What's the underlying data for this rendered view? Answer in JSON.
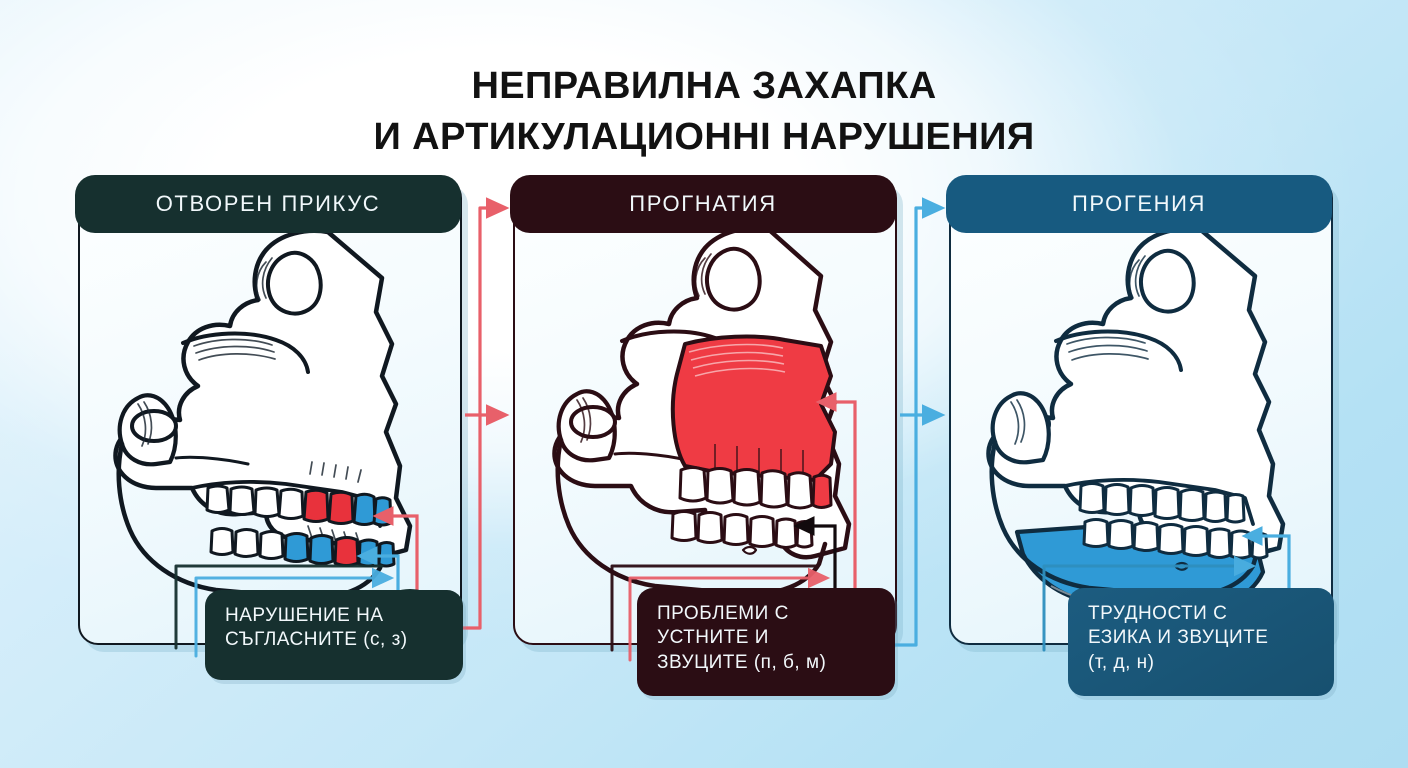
{
  "title": {
    "line1": "НЕПРАВИЛНА ЗАХАПКА",
    "line2": "И АРТИКУЛАЦИОННІ НАРУШЕНИЯ",
    "color": "#121212"
  },
  "background": {
    "highlight": "#ffffff",
    "edge": "#aeddf2"
  },
  "cards": [
    {
      "id": "open-bite",
      "header": "ОТВОРЕН ПРИКУС",
      "header_bg": "#16302f",
      "outline": "#101820",
      "accent_red": "#e8323c",
      "accent_blue": "#2f9ad6",
      "illustration": "skull-lateral-open-bite",
      "bubble_icon": "speech-bubble-icon",
      "caption": {
        "line1": "НАРУШЕНИЕ НА",
        "line2": "СЪГЛАСНИТЕ (с, з)",
        "bg": "#16302f"
      }
    },
    {
      "id": "prognathia",
      "header": "ПРОГНАТИЯ",
      "header_bg": "#2b0d14",
      "outline": "#2b0d14",
      "accent_red": "#ef3b44",
      "accent_blue": "#2f9ad6",
      "illustration": "skull-lateral-prognathia",
      "bubble_icon": "speech-bubble-icon",
      "caption": {
        "line1": "ПРОБЛЕМИ С",
        "line2": "УСТНИТЕ И",
        "line3": "ЗВУЦИТЕ (п, б, м)",
        "bg": "#2b0d14"
      }
    },
    {
      "id": "progenia",
      "header": "ПРОГЕНИЯ",
      "header_bg": "#175a80",
      "outline": "#0f2c40",
      "accent_red": "#e8323c",
      "accent_blue": "#2f9ad6",
      "illustration": "skull-lateral-progenia",
      "bubble_icon": "speech-bubble-icon",
      "caption": {
        "line1": "ТРУДНОСТИ С",
        "line2": "ЕЗИКА И ЗВУЦИТЕ",
        "line3": "(т, д, н)",
        "bg": "#1c5c80"
      }
    }
  ],
  "connectors": [
    {
      "name": "card1-to-card2",
      "color": "#e8606a",
      "arrows": 2
    },
    {
      "name": "card2-to-card3",
      "color": "#4aaee0",
      "arrows": 2
    }
  ]
}
